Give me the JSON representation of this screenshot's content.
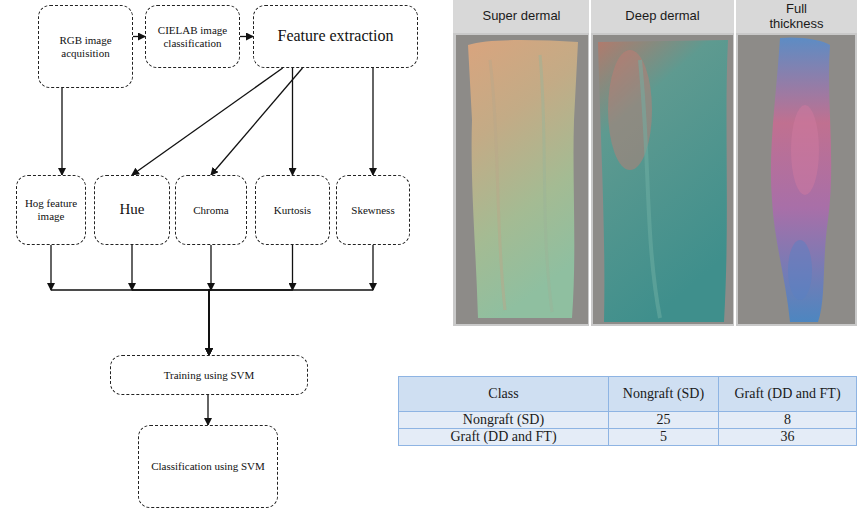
{
  "diagram": {
    "nodes": [
      {
        "text": [
          "RGB image acquisition"
        ]
      },
      {
        "text": [
          "CIELAB image classification"
        ]
      },
      {
        "text": [
          "Feature extraction"
        ]
      },
      {
        "text": [
          "Hog feature image"
        ]
      },
      {
        "text": [
          "Hue"
        ]
      },
      {
        "text": [
          "Chroma"
        ]
      },
      {
        "text": [
          "Kurtosis"
        ]
      },
      {
        "text": [
          "Skewness"
        ]
      },
      {
        "text": [
          "Training using SVM"
        ]
      },
      {
        "text": [
          "Classification using SVM"
        ]
      }
    ],
    "edges": [
      {
        "from": 0,
        "to": 1,
        "arrow": "to"
      },
      {
        "from": 1,
        "to": 2,
        "arrow": "to"
      },
      {
        "from": 0,
        "to": 3,
        "arrow": "to"
      },
      {
        "from": 2,
        "to": 4,
        "arrow": "to"
      },
      {
        "from": 2,
        "to": 5,
        "arrow": "to"
      },
      {
        "from": 2,
        "to": 6,
        "arrow": "to"
      },
      {
        "from": 2,
        "to": 7,
        "arrow": "to"
      },
      {
        "from": 3,
        "to": 8,
        "arrow": "to"
      },
      {
        "from": 4,
        "to": 8,
        "arrow": "to"
      },
      {
        "from": 5,
        "to": 8,
        "arrow": "to"
      },
      {
        "from": 6,
        "to": 8,
        "arrow": "to"
      },
      {
        "from": 7,
        "to": 8,
        "arrow": "to"
      },
      {
        "from": 8,
        "to": 9,
        "arrow": "to"
      }
    ],
    "labels": [
      "Super dermal",
      "Deep dermal",
      "Full thickness",
      "Class",
      "Nongraft (SD)",
      "Graft (DD and FT)",
      "Nongraft (SD)",
      "25",
      "8",
      "Graft (DD and FT)",
      "5",
      "36"
    ]
  }
}
